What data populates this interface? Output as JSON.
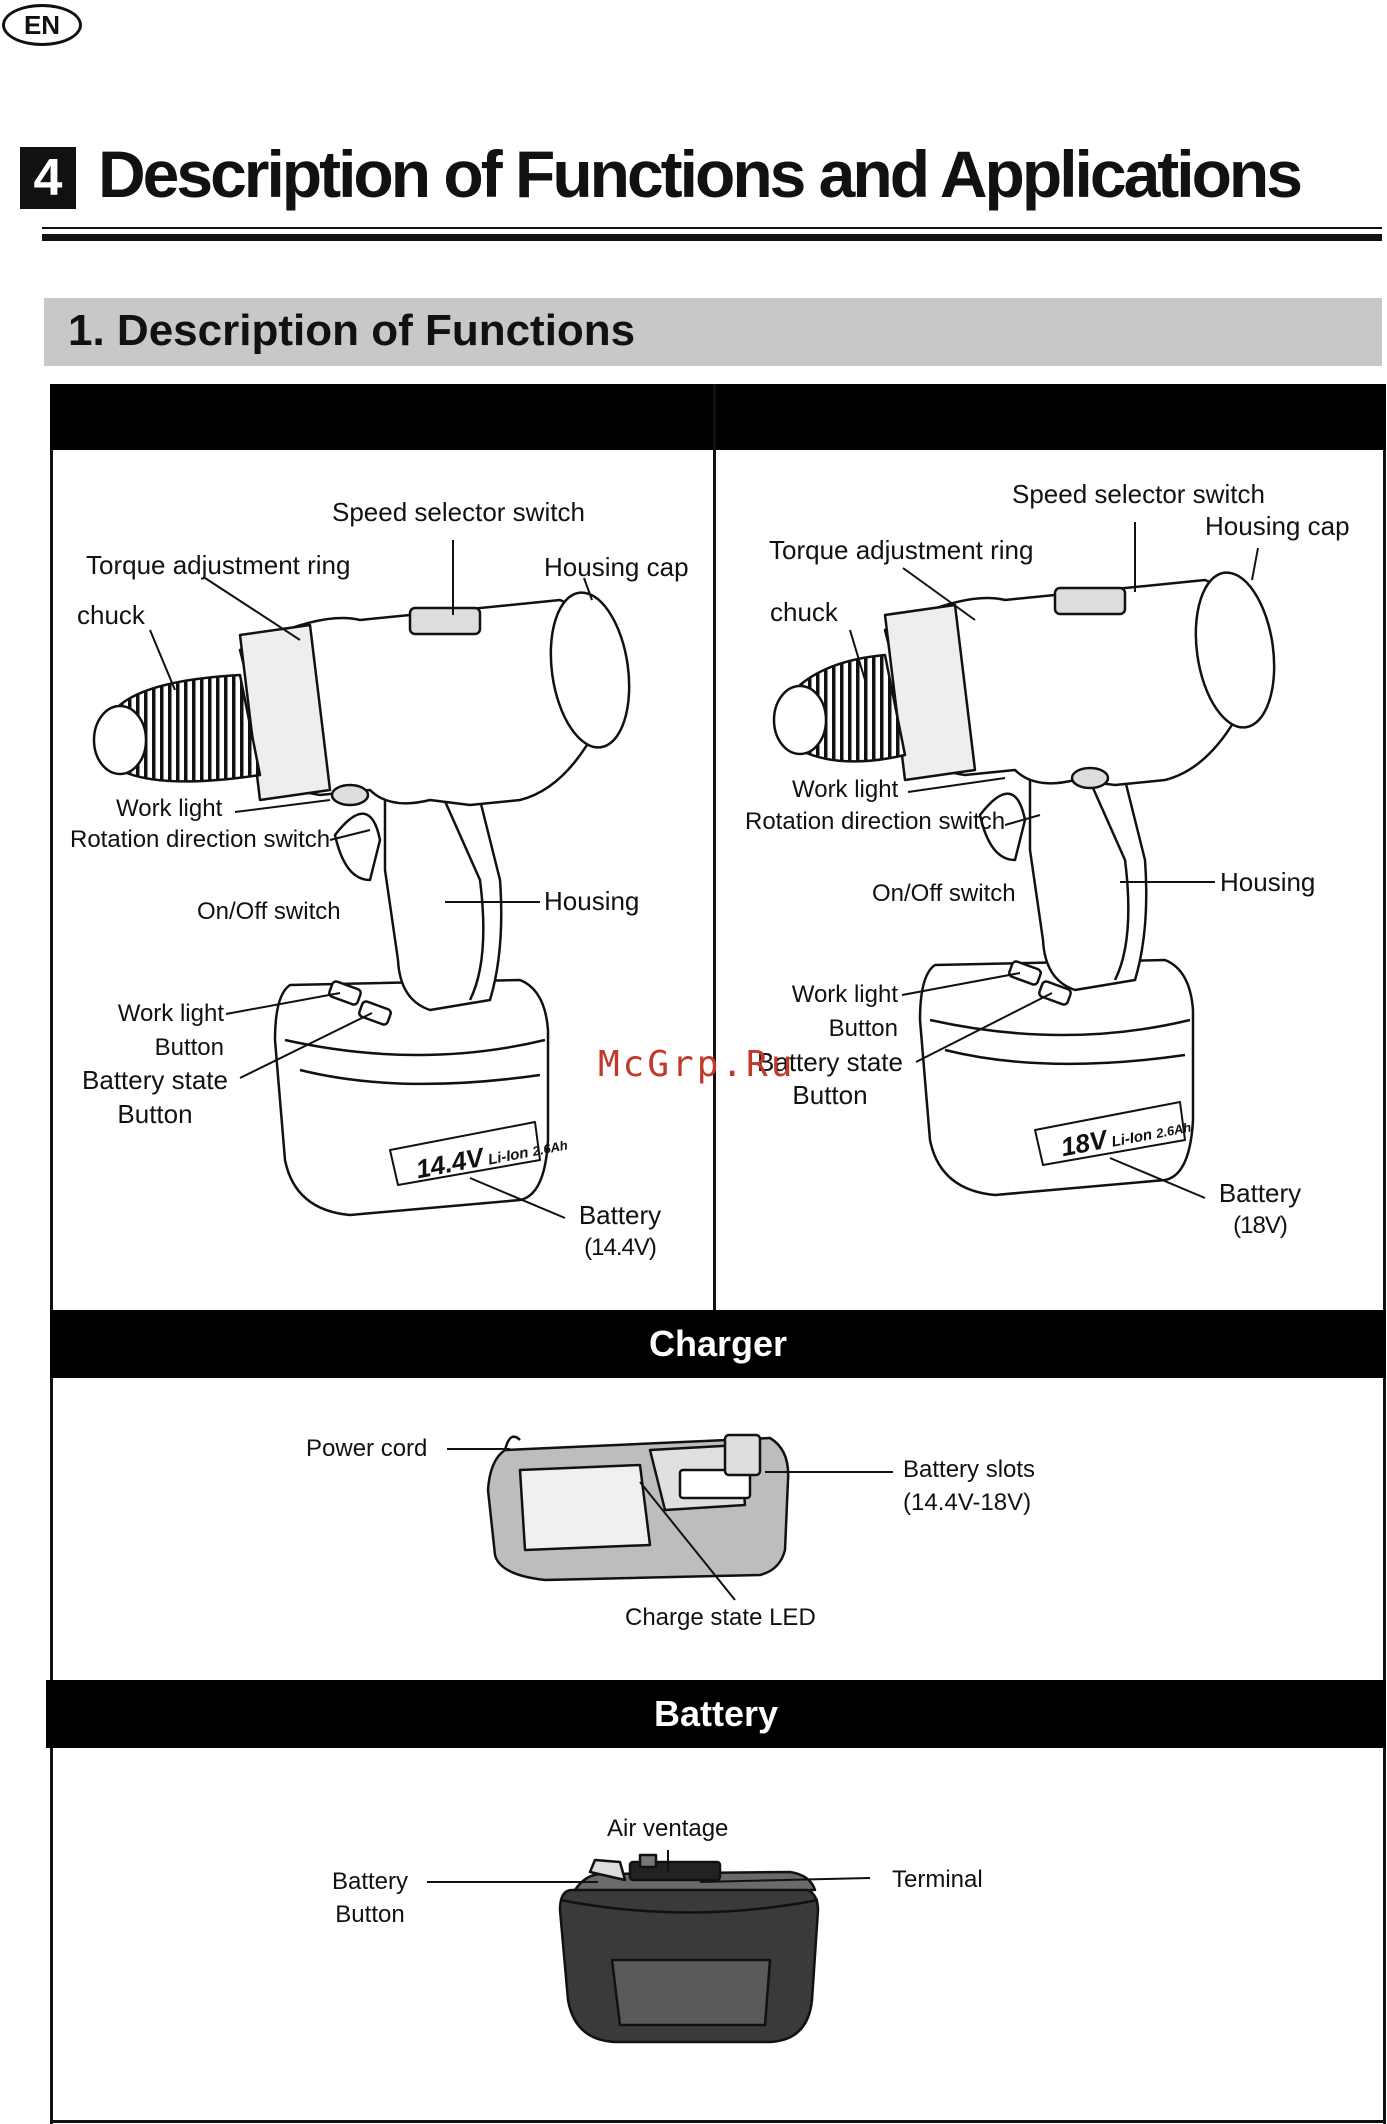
{
  "page": {
    "lang_badge": "EN"
  },
  "chapter": {
    "number": "4",
    "title": "Description of Functions and Applications"
  },
  "section": {
    "title": "1. Description of Functions"
  },
  "drills": {
    "left": {
      "labels": {
        "speed_selector": "Speed selector switch",
        "torque_ring": "Torque adjustment ring",
        "housing_cap": "Housing cap",
        "chuck": "chuck",
        "work_light": "Work light",
        "rotation_switch": "Rotation direction switch",
        "on_off": "On/Off switch",
        "housing": "Housing",
        "work_light_button_1": "Work light",
        "work_light_button_2": "Button",
        "battery_state_1": "Battery state",
        "battery_state_2": "Button",
        "battery": "Battery",
        "battery_voltage": "(14.4V)"
      },
      "pack_print": {
        "voltage": "14.4V",
        "chem": "Li-Ion",
        "cap": "2.6Ah"
      }
    },
    "right": {
      "labels": {
        "speed_selector": "Speed selector switch",
        "torque_ring": "Torque adjustment ring",
        "housing_cap": "Housing cap",
        "chuck": "chuck",
        "work_light": "Work light",
        "rotation_switch": "Rotation direction switch",
        "on_off": "On/Off switch",
        "housing": "Housing",
        "work_light_button_1": "Work light",
        "work_light_button_2": "Button",
        "battery_state_1": "Battery state",
        "battery_state_2": "Button",
        "battery": "Battery",
        "battery_voltage": "(18V)"
      },
      "pack_print": {
        "voltage": "18V",
        "chem": "Li-Ion",
        "cap": "2.6Ah"
      }
    }
  },
  "charger": {
    "band_title": "Charger",
    "labels": {
      "power_cord": "Power cord",
      "battery_slots_1": "Battery slots",
      "battery_slots_2": "(14.4V-18V)",
      "charge_led": "Charge state LED"
    }
  },
  "battery": {
    "band_title": "Battery",
    "labels": {
      "air_ventage": "Air ventage",
      "battery_button_1": "Battery",
      "battery_button_2": "Button",
      "terminal": "Terminal"
    }
  },
  "watermark": "McGrp.Ru"
}
